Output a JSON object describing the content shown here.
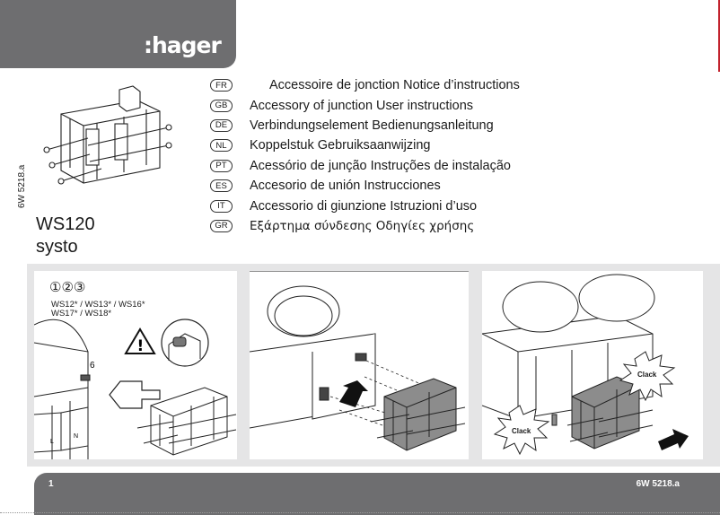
{
  "brand": {
    "logo": ":hager"
  },
  "product": {
    "reference": "WS120",
    "range": "systo",
    "doc_code": "6W 5218.a"
  },
  "languages": [
    {
      "code": "FR",
      "title": "Accessoire de jonction Notice d’instructions"
    },
    {
      "code": "GB",
      "title": "Accessory of junction User instructions"
    },
    {
      "code": "DE",
      "title": "Verbindungselement Bedienungsanleitung"
    },
    {
      "code": "NL",
      "title": "Koppelstuk Gebruiksaanwijzing"
    },
    {
      "code": "PT",
      "title": "Acessório de junção Instruções de instalação"
    },
    {
      "code": "ES",
      "title": "Accesorio de unión Instrucciones"
    },
    {
      "code": "IT",
      "title": "Accessorio di giunzione Istruzioni d’uso"
    },
    {
      "code": "GR",
      "title": "Εξάρτημα σύνδεσης Οδηγίες χρήσης"
    }
  ],
  "steps": {
    "label": "①②③",
    "compat_line1": "WS12* / WS13* / WS16*",
    "compat_line2": "WS17* / WS18*",
    "warning_symbol": "!",
    "marker_6": "6",
    "terminal_l": "L",
    "terminal_n": "N",
    "clack_label": "Clack"
  },
  "icons": {
    "warning": "warning-triangle-icon",
    "arrow": "insert-arrow-icon"
  },
  "colors": {
    "header": "#6e6e70",
    "band": "#e5e5e6",
    "part": "#8c8c8c",
    "accent": "#c2222d"
  },
  "footer": {
    "page_number": "1",
    "doc_code": "6W 5218.a"
  }
}
